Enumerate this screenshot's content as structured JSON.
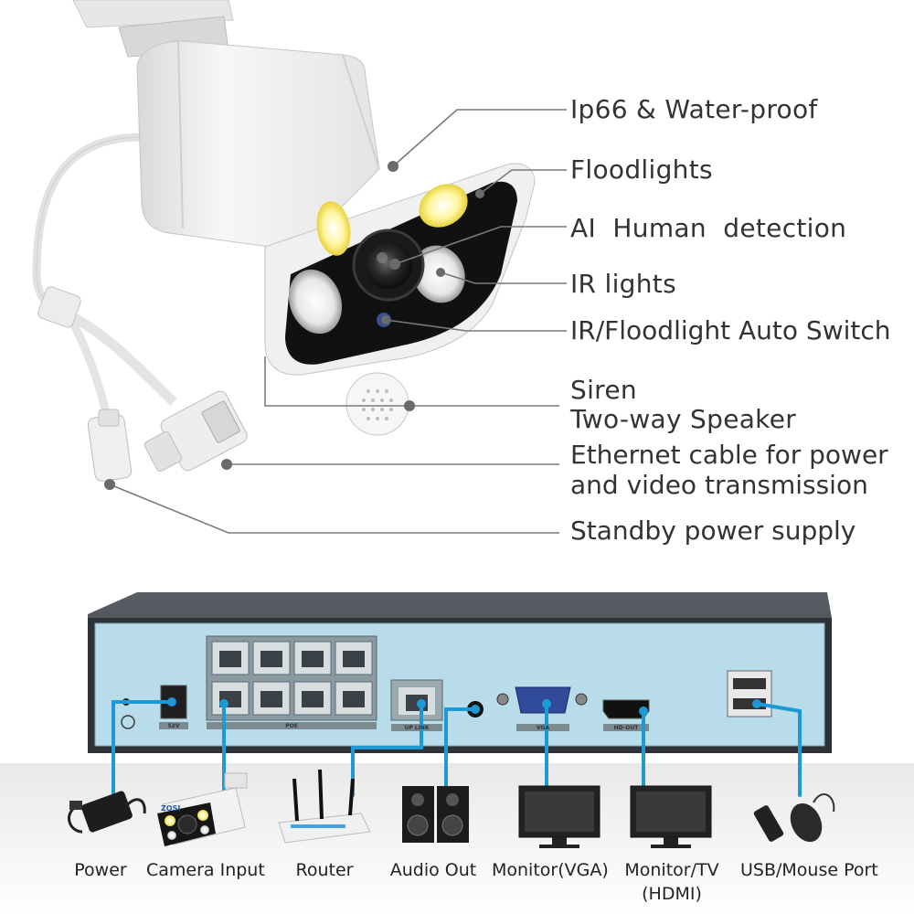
{
  "camera_callouts": {
    "ip66": "Ip66 & Water-proof",
    "floodlights": "Floodlights",
    "ai": "AI  Human  detection",
    "ir_lights": "IR lights",
    "auto_switch": "IR/Floodlight Auto Switch",
    "siren": "Siren",
    "speaker": "Two-way Speaker",
    "ethernet_1": "Ethernet cable for power",
    "ethernet_2": "and video transmission",
    "standby": "Standby power supply"
  },
  "nvr_ports": {
    "power": "52V",
    "poe": "POE",
    "uplink": "UP LINK",
    "vga": "VGA",
    "hdmi": "HD-OUT"
  },
  "camera_badge": "ZOSI",
  "devices": {
    "power": "Power",
    "camera": "Camera Input",
    "router": "Router",
    "audio": "Audio Out",
    "monitor_vga": "Monitor(VGA)",
    "monitor_tv_1": "Monitor/TV",
    "monitor_tv_2": "(HDMI)",
    "usb": "USB/Mouse Port"
  },
  "colors": {
    "connector": "#1b9ad6",
    "nvr_panel": "#b9dcea",
    "nvr_case": "#3b3f45",
    "callout_line": "#7a7a7a"
  }
}
